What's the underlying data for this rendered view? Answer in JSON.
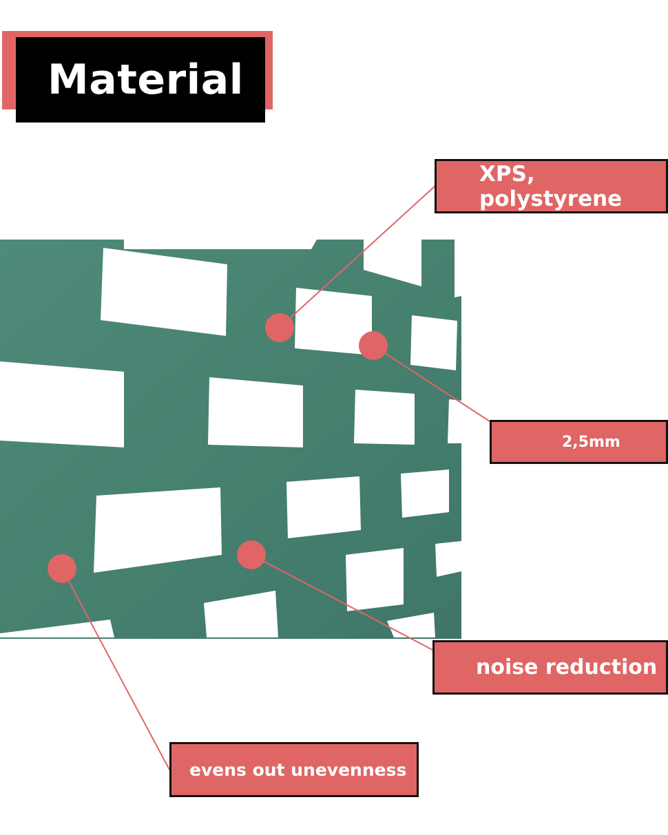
{
  "title": "Material",
  "labels": {
    "material": "XPS, polystyrene",
    "thickness": "2,5mm",
    "acoustic": "noise reduction",
    "surface": "evens out unevenness"
  },
  "colors": {
    "accent": "#e06565",
    "title_bg": "#000000",
    "panel_green": "#4f8a7a",
    "panel_green_dark": "#3f7668",
    "leader_line": "#e06565"
  }
}
